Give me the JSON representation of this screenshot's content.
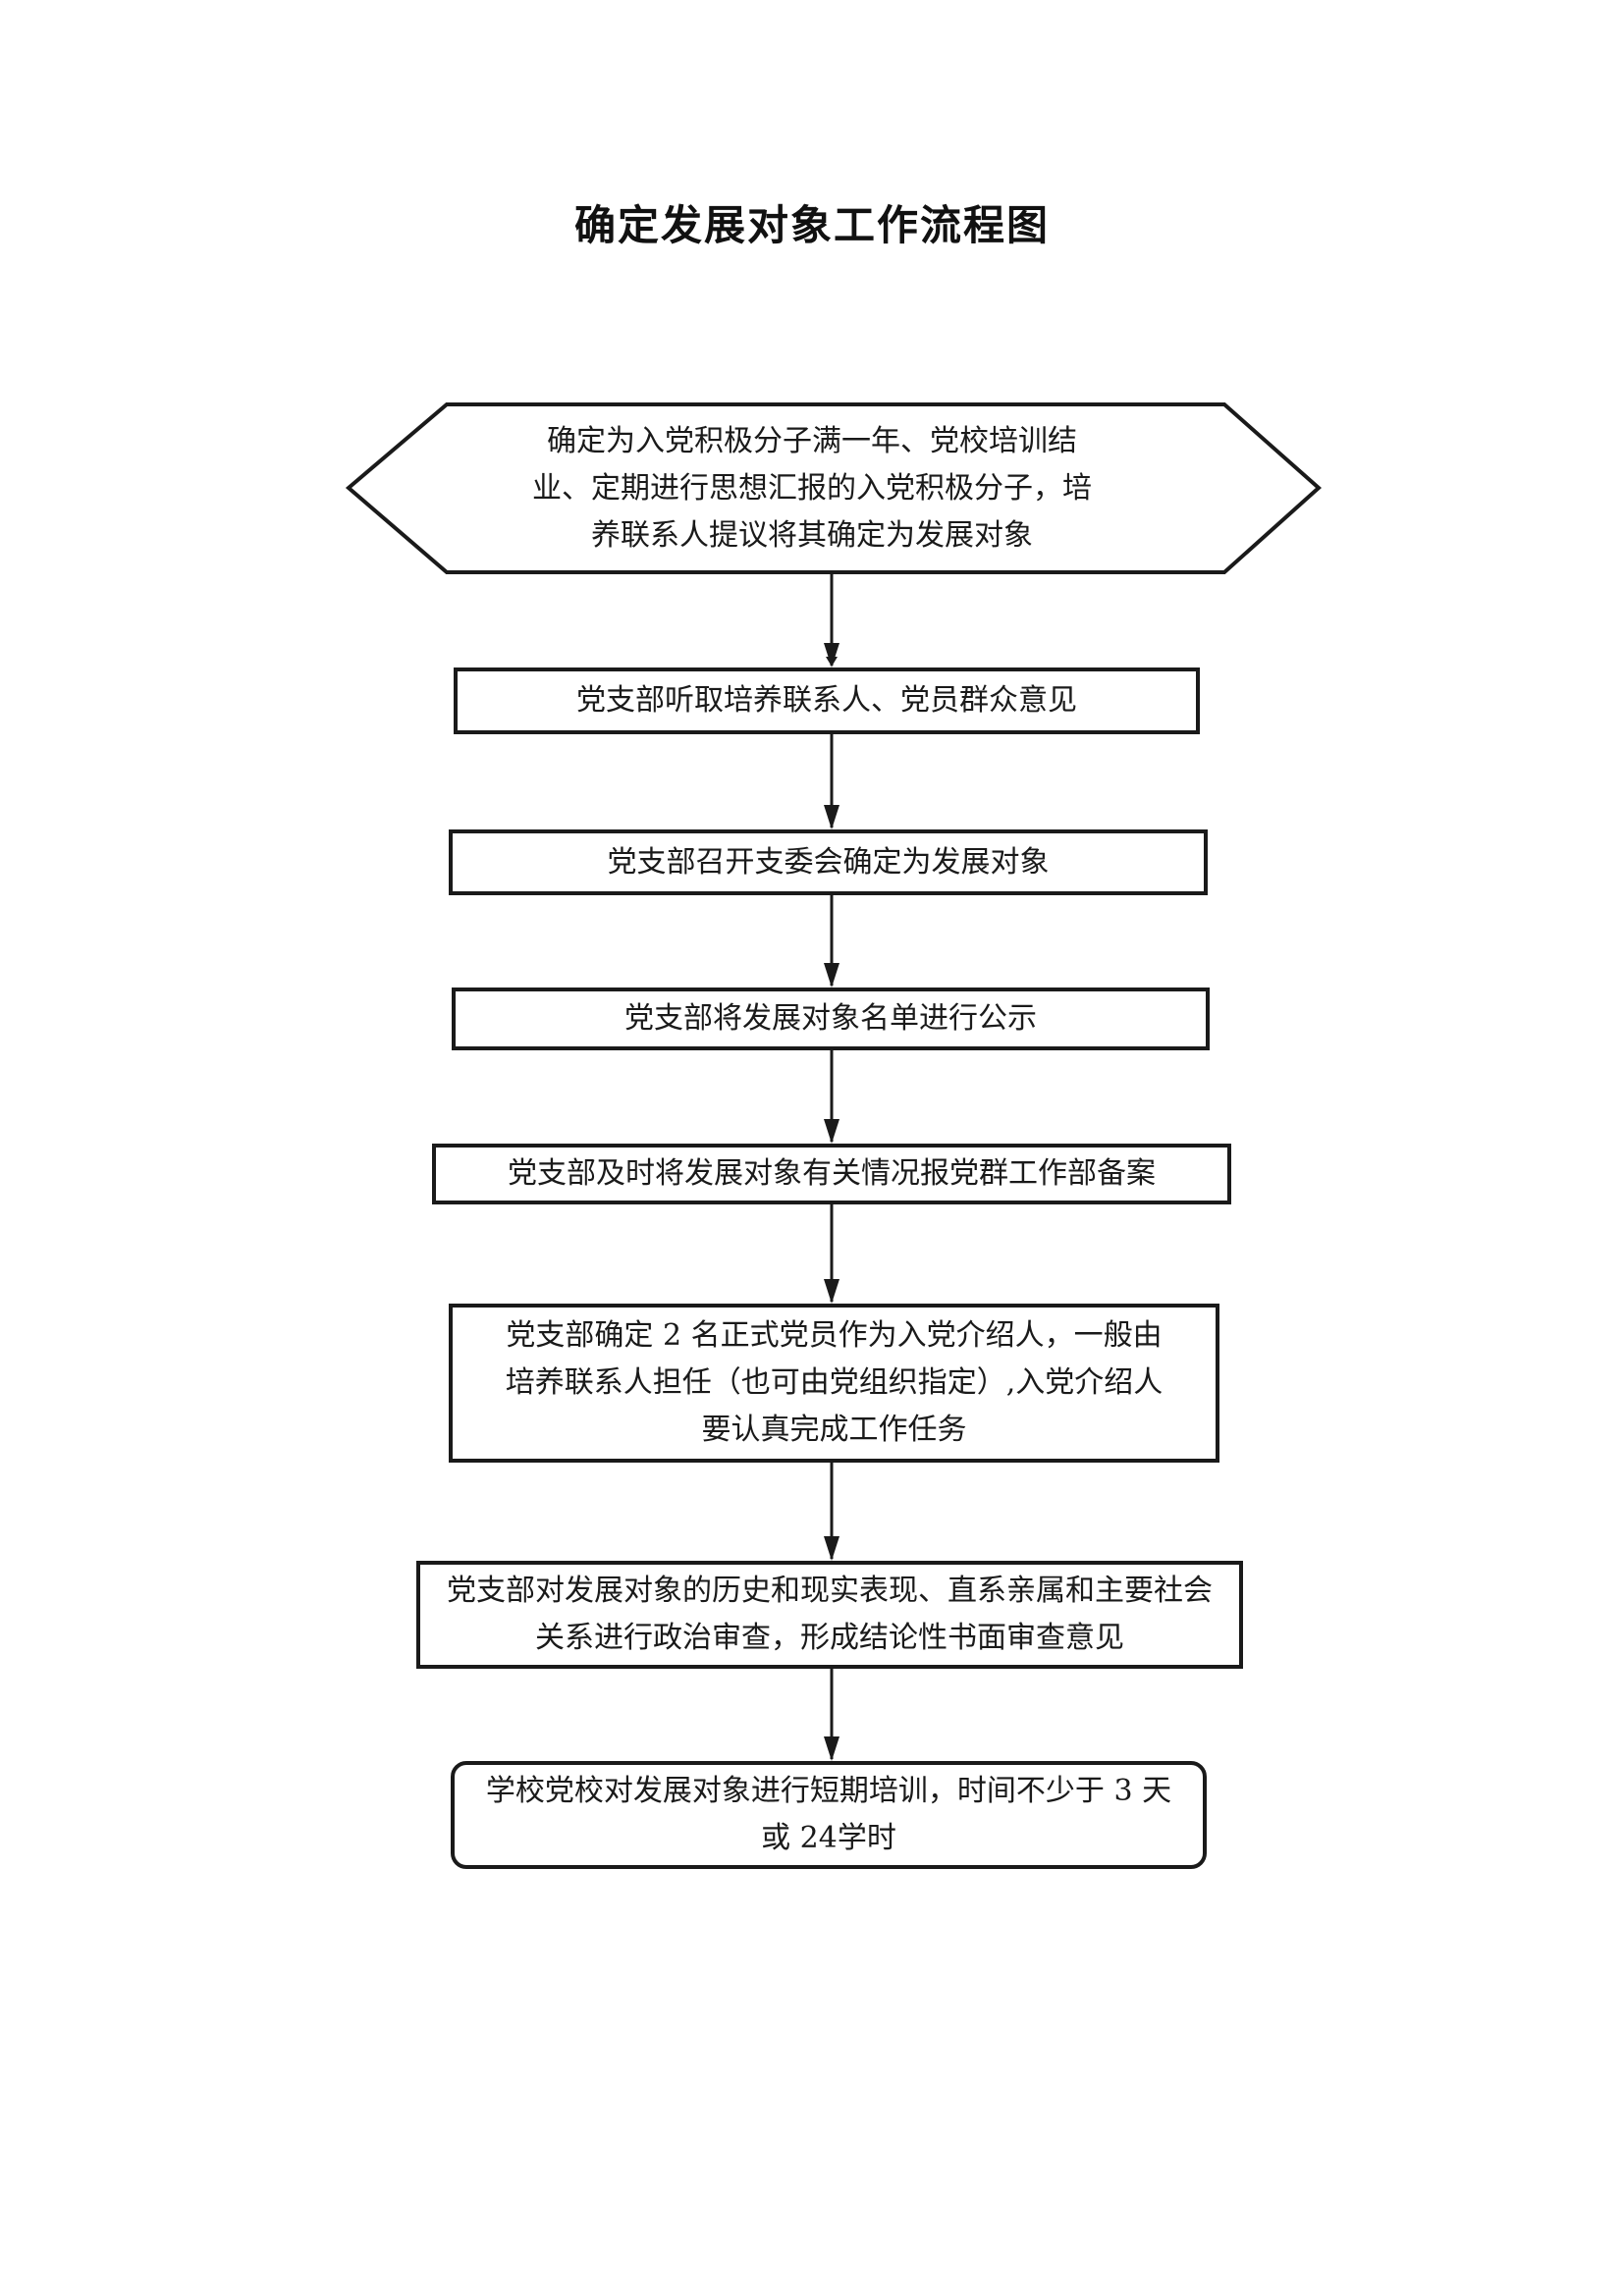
{
  "title": "确定发展对象工作流程图",
  "flow": {
    "start": "确定为入党积极分子满一年、党校培训结业、定期进行思想汇报的入党积极分子，培养联系人提议将其确定为发展对象",
    "steps": [
      "党支部听取培养联系人、党员群众意见",
      "党支部召开支委会确定为发展对象",
      "党支部将发展对象名单进行公示",
      "党支部及时将发展对象有关情况报党群工作部备案",
      "党支部确定 2 名正式党员作为入党介绍人，一般由培养联系人担任（也可由党组织指定）,入党介绍人要认真完成工作任务",
      "党支部对发展对象的历史和现实表现、直系亲属和主要社会关系进行政治审查，形成结论性书面审查意见"
    ],
    "end": "学校党校对发展对象进行短期培训，时间不少于 3 天或 24学时"
  },
  "colors": {
    "line": "#1a1a1a",
    "background": "#ffffff"
  }
}
